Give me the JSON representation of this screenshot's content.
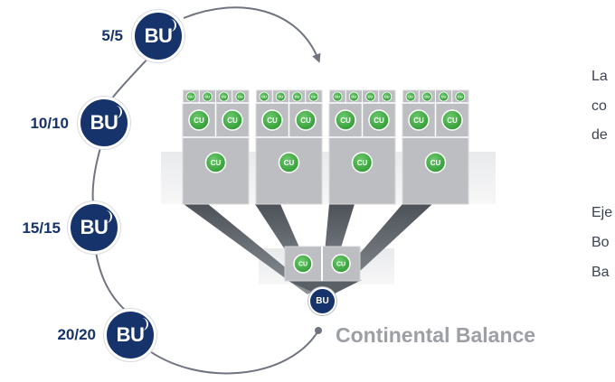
{
  "badges": [
    {
      "label": "BU",
      "ratio": "5/5"
    },
    {
      "label": "BU",
      "ratio": "10/10"
    },
    {
      "label": "BU",
      "ratio": "15/15"
    },
    {
      "label": "BU",
      "ratio": "20/20"
    }
  ],
  "center_badge": {
    "label": "BU"
  },
  "cu_labels": {
    "tiny": "CU",
    "medium": "CU",
    "large": "CU"
  },
  "title": "Continental Balance",
  "side_text": {
    "line1": "La",
    "line2": "co",
    "line3": "de",
    "line4": "Eje",
    "line5": "Bo",
    "line6": "Ba"
  },
  "colors": {
    "navy": "#16336b",
    "green": "#3fae3f",
    "gray_text": "#9c9fa4"
  }
}
